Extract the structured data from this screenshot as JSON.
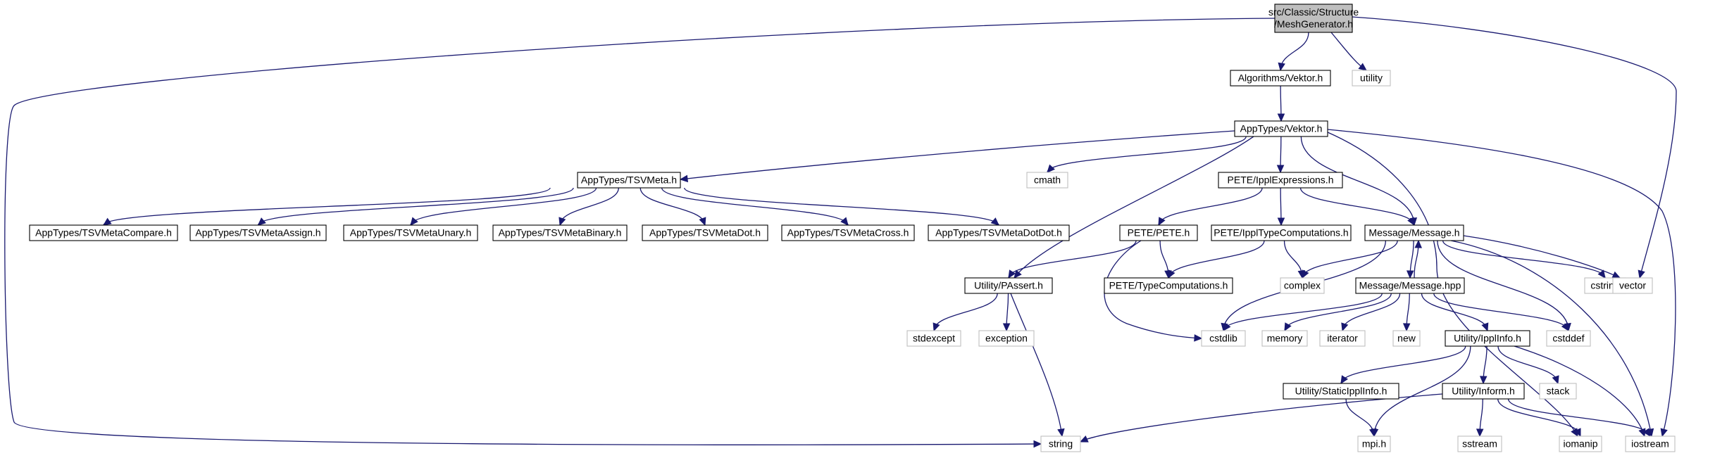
{
  "diagram": {
    "nodes": [
      {
        "id": "root",
        "lines": [
          "src/Classic/Structure",
          "/MeshGenerator.h"
        ],
        "kind": "root"
      },
      {
        "id": "algvek",
        "lines": [
          "Algorithms/Vektor.h"
        ],
        "kind": "file"
      },
      {
        "id": "utility",
        "lines": [
          "utility"
        ],
        "kind": "system"
      },
      {
        "id": "appvek",
        "lines": [
          "AppTypes/Vektor.h"
        ],
        "kind": "file"
      },
      {
        "id": "tsvmeta",
        "lines": [
          "AppTypes/TSVMeta.h"
        ],
        "kind": "file"
      },
      {
        "id": "cmath",
        "lines": [
          "cmath"
        ],
        "kind": "system"
      },
      {
        "id": "ipplexpr",
        "lines": [
          "PETE/IpplExpressions.h"
        ],
        "kind": "file"
      },
      {
        "id": "cmp",
        "lines": [
          "AppTypes/TSVMetaCompare.h"
        ],
        "kind": "file"
      },
      {
        "id": "asg",
        "lines": [
          "AppTypes/TSVMetaAssign.h"
        ],
        "kind": "file"
      },
      {
        "id": "una",
        "lines": [
          "AppTypes/TSVMetaUnary.h"
        ],
        "kind": "file"
      },
      {
        "id": "bin",
        "lines": [
          "AppTypes/TSVMetaBinary.h"
        ],
        "kind": "file"
      },
      {
        "id": "dot",
        "lines": [
          "AppTypes/TSVMetaDot.h"
        ],
        "kind": "file"
      },
      {
        "id": "cross",
        "lines": [
          "AppTypes/TSVMetaCross.h"
        ],
        "kind": "file"
      },
      {
        "id": "dotdot",
        "lines": [
          "AppTypes/TSVMetaDotDot.h"
        ],
        "kind": "file"
      },
      {
        "id": "pete",
        "lines": [
          "PETE/PETE.h"
        ],
        "kind": "file"
      },
      {
        "id": "ippltype",
        "lines": [
          "PETE/IpplTypeComputations.h"
        ],
        "kind": "file"
      },
      {
        "id": "msgh",
        "lines": [
          "Message/Message.h"
        ],
        "kind": "file"
      },
      {
        "id": "passert",
        "lines": [
          "Utility/PAssert.h"
        ],
        "kind": "file"
      },
      {
        "id": "typecomp",
        "lines": [
          "PETE/TypeComputations.h"
        ],
        "kind": "file"
      },
      {
        "id": "complex",
        "lines": [
          "complex"
        ],
        "kind": "system"
      },
      {
        "id": "msghpp",
        "lines": [
          "Message/Message.hpp"
        ],
        "kind": "file"
      },
      {
        "id": "cstring",
        "lines": [
          "cstring"
        ],
        "kind": "system"
      },
      {
        "id": "vector",
        "lines": [
          "vector"
        ],
        "kind": "system"
      },
      {
        "id": "stdexcept",
        "lines": [
          "stdexcept"
        ],
        "kind": "system"
      },
      {
        "id": "exception",
        "lines": [
          "exception"
        ],
        "kind": "system"
      },
      {
        "id": "cstdlib",
        "lines": [
          "cstdlib"
        ],
        "kind": "system"
      },
      {
        "id": "memory",
        "lines": [
          "memory"
        ],
        "kind": "system"
      },
      {
        "id": "iterator",
        "lines": [
          "iterator"
        ],
        "kind": "system"
      },
      {
        "id": "new",
        "lines": [
          "new"
        ],
        "kind": "system"
      },
      {
        "id": "ipplinfo",
        "lines": [
          "Utility/IpplInfo.h"
        ],
        "kind": "file"
      },
      {
        "id": "cstddef",
        "lines": [
          "cstddef"
        ],
        "kind": "system"
      },
      {
        "id": "staticippl",
        "lines": [
          "Utility/StaticIpplInfo.h"
        ],
        "kind": "file"
      },
      {
        "id": "inform",
        "lines": [
          "Utility/Inform.h"
        ],
        "kind": "file"
      },
      {
        "id": "stack",
        "lines": [
          "stack"
        ],
        "kind": "system"
      },
      {
        "id": "string",
        "lines": [
          "string"
        ],
        "kind": "system"
      },
      {
        "id": "mpih",
        "lines": [
          "mpi.h"
        ],
        "kind": "system"
      },
      {
        "id": "sstream",
        "lines": [
          "sstream"
        ],
        "kind": "system"
      },
      {
        "id": "iomanip",
        "lines": [
          "iomanip"
        ],
        "kind": "system"
      },
      {
        "id": "iostream",
        "lines": [
          "iostream"
        ],
        "kind": "system"
      }
    ],
    "edges": [
      [
        "root",
        "algvek"
      ],
      [
        "root",
        "utility"
      ],
      [
        "root",
        "vector"
      ],
      [
        "root",
        "string"
      ],
      [
        "algvek",
        "appvek"
      ],
      [
        "appvek",
        "tsvmeta"
      ],
      [
        "appvek",
        "cmath"
      ],
      [
        "appvek",
        "ipplexpr"
      ],
      [
        "appvek",
        "msgh"
      ],
      [
        "appvek",
        "passert"
      ],
      [
        "appvek",
        "iomanip"
      ],
      [
        "appvek",
        "iostream"
      ],
      [
        "tsvmeta",
        "cmp"
      ],
      [
        "tsvmeta",
        "asg"
      ],
      [
        "tsvmeta",
        "una"
      ],
      [
        "tsvmeta",
        "bin"
      ],
      [
        "tsvmeta",
        "dot"
      ],
      [
        "tsvmeta",
        "cross"
      ],
      [
        "tsvmeta",
        "dotdot"
      ],
      [
        "ipplexpr",
        "pete"
      ],
      [
        "ipplexpr",
        "ippltype"
      ],
      [
        "ipplexpr",
        "msgh"
      ],
      [
        "pete",
        "passert"
      ],
      [
        "pete",
        "typecomp"
      ],
      [
        "pete",
        "cstdlib"
      ],
      [
        "ippltype",
        "typecomp"
      ],
      [
        "ippltype",
        "complex"
      ],
      [
        "msgh",
        "msghpp"
      ],
      [
        "msgh",
        "complex"
      ],
      [
        "msgh",
        "cstdlib"
      ],
      [
        "msgh",
        "cstring"
      ],
      [
        "msgh",
        "vector"
      ],
      [
        "msgh",
        "cstddef"
      ],
      [
        "msgh",
        "iostream"
      ],
      [
        "msghpp",
        "msgh"
      ],
      [
        "msghpp",
        "cstdlib"
      ],
      [
        "msghpp",
        "memory"
      ],
      [
        "msghpp",
        "iterator"
      ],
      [
        "msghpp",
        "new"
      ],
      [
        "msghpp",
        "ipplinfo"
      ],
      [
        "msghpp",
        "cstddef"
      ],
      [
        "passert",
        "stdexcept"
      ],
      [
        "passert",
        "exception"
      ],
      [
        "passert",
        "string"
      ],
      [
        "ipplinfo",
        "staticippl"
      ],
      [
        "ipplinfo",
        "inform"
      ],
      [
        "ipplinfo",
        "stack"
      ],
      [
        "ipplinfo",
        "mpih"
      ],
      [
        "ipplinfo",
        "iostream"
      ],
      [
        "staticippl",
        "mpih"
      ],
      [
        "inform",
        "string"
      ],
      [
        "inform",
        "sstream"
      ],
      [
        "inform",
        "iomanip"
      ],
      [
        "inform",
        "iostream"
      ]
    ]
  }
}
